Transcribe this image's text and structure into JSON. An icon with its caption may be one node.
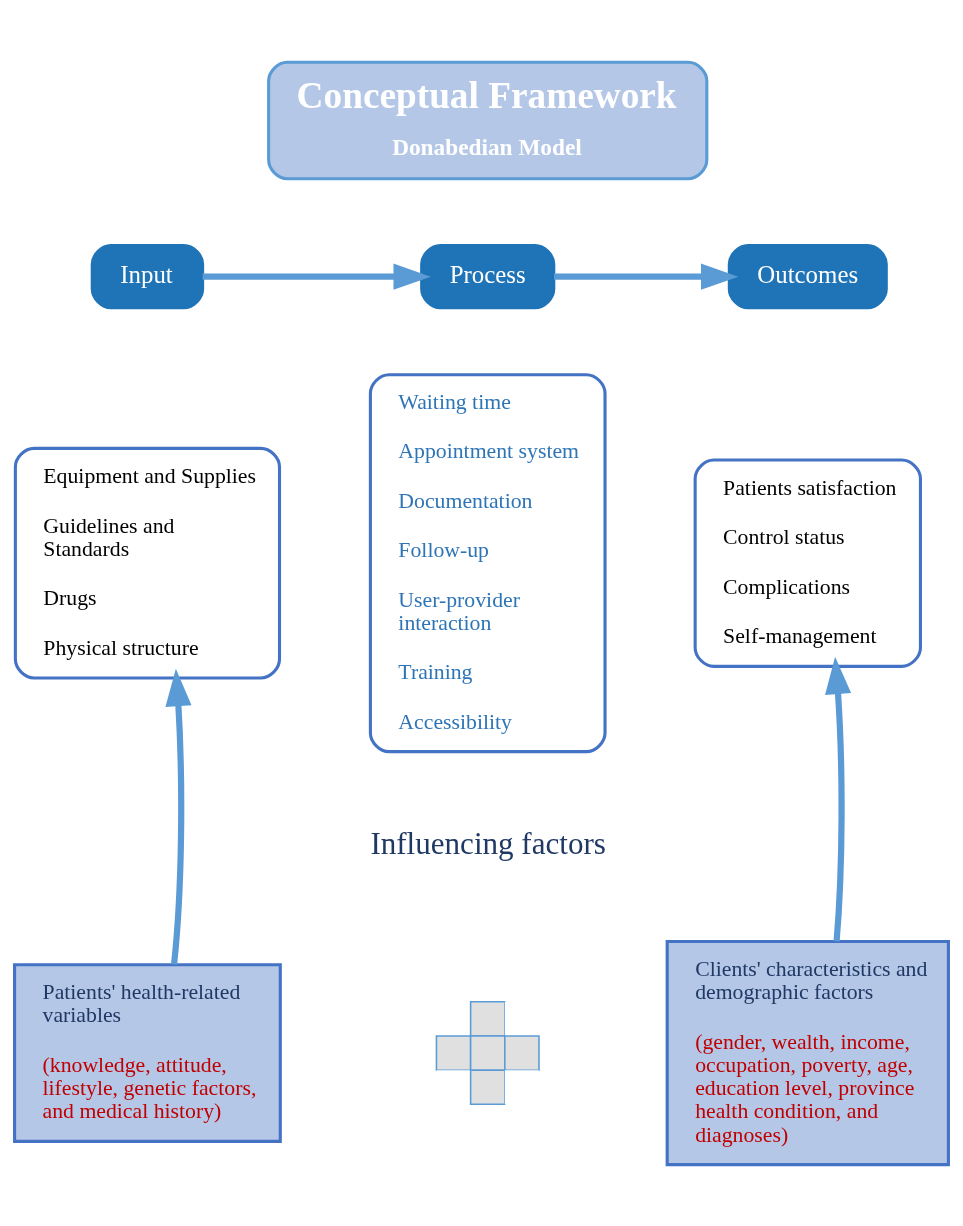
{
  "diagram": {
    "nodes": [
      {
        "text": [
          "Conceptual Framework",
          "Donabedian Model"
        ]
      },
      {
        "text": [
          "Input"
        ]
      },
      {
        "text": [
          "Process"
        ]
      },
      {
        "text": [
          "Outcomes"
        ]
      },
      {
        "text": [
          "Equipment and Supplies",
          "Guidelines and Standards",
          "Drugs",
          "Physical structure"
        ]
      },
      {
        "text": [
          "Waiting time",
          "Appointment system",
          "Documentation",
          "Follow-up",
          "User-provider interaction",
          "Training",
          "Accessibility"
        ]
      },
      {
        "text": [
          "Patients satisfaction",
          "Control status",
          "Complications",
          "Self-management"
        ]
      },
      {
        "text": [
          "Patients' health-related variables",
          "(knowledge, attitude, lifestyle, genetic factors, and medical history)"
        ]
      },
      {
        "text": [],
        "shape": "cross"
      },
      {
        "text": [
          "Clients' characteristics and demographic factors",
          "(gender, wealth, income, occupation, poverty, age, education level, province health condition, and diagnoses)"
        ]
      }
    ],
    "edges": [
      {
        "from": 1,
        "to": 2,
        "arrow": "to"
      },
      {
        "from": 2,
        "to": 3,
        "arrow": "to"
      },
      {
        "from": 7,
        "to": 4,
        "arrow": "to"
      },
      {
        "from": 9,
        "to": 6,
        "arrow": "to"
      }
    ],
    "labels": [
      "Influencing factors"
    ]
  }
}
